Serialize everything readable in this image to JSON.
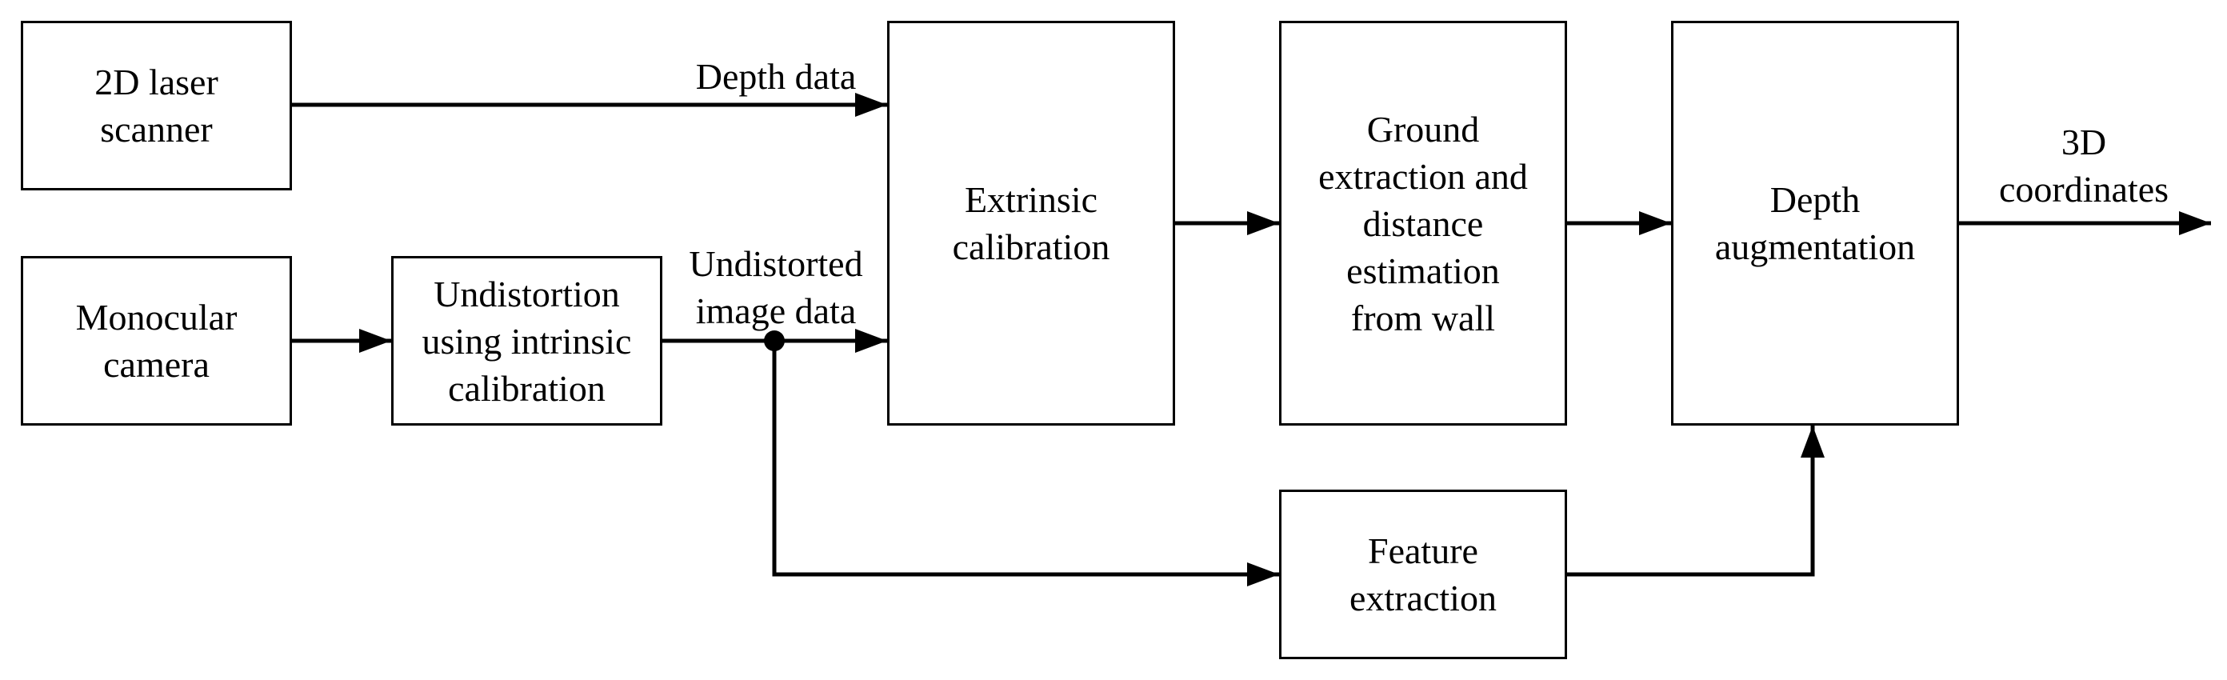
{
  "blocks": {
    "laser_scanner": "2D laser\nscanner",
    "monocular_camera": "Monocular\ncamera",
    "undistortion": "Undistortion\nusing intrinsic\ncalibration",
    "extrinsic_calibration": "Extrinsic\ncalibration",
    "ground_extraction": "Ground\nextraction and\ndistance\nestimation\nfrom wall",
    "feature_extraction": "Feature\nextraction",
    "depth_augmentation": "Depth\naugmentation"
  },
  "edge_labels": {
    "depth_data": "Depth data",
    "undistorted_image_data": "Undistorted\nimage data",
    "coordinates_3d": "3D\ncoordinates"
  }
}
